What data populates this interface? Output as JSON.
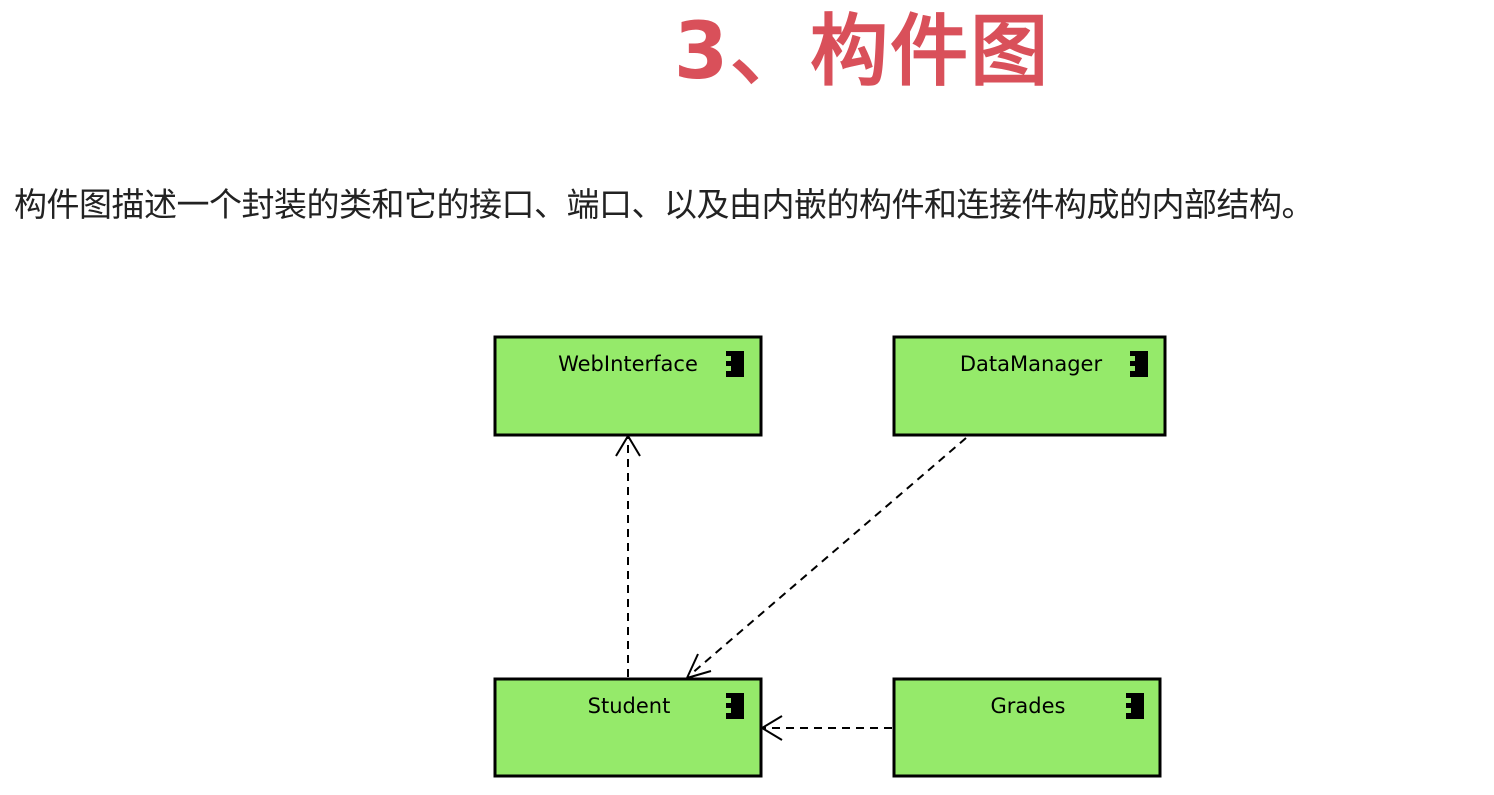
{
  "title": "3、构件图",
  "description": "构件图描述一个封装的类和它的接口、端口、以及由内嵌的构件和连接件构成的内部结构。",
  "diagram": {
    "box_fill": "#95ea6a",
    "components": [
      {
        "id": "webinterface",
        "label": "WebInterface",
        "icon": "component-icon"
      },
      {
        "id": "datamanager",
        "label": "DataManager",
        "icon": "component-icon"
      },
      {
        "id": "student",
        "label": "Student",
        "icon": "component-icon"
      },
      {
        "id": "grades",
        "label": "Grades",
        "icon": "component-icon"
      }
    ],
    "dependencies": [
      {
        "from": "student",
        "to": "webinterface",
        "style": "dashed-open-arrow"
      },
      {
        "from": "datamanager",
        "to": "student",
        "style": "dashed-open-arrow"
      },
      {
        "from": "grades",
        "to": "student",
        "style": "dashed-open-arrow"
      }
    ]
  }
}
